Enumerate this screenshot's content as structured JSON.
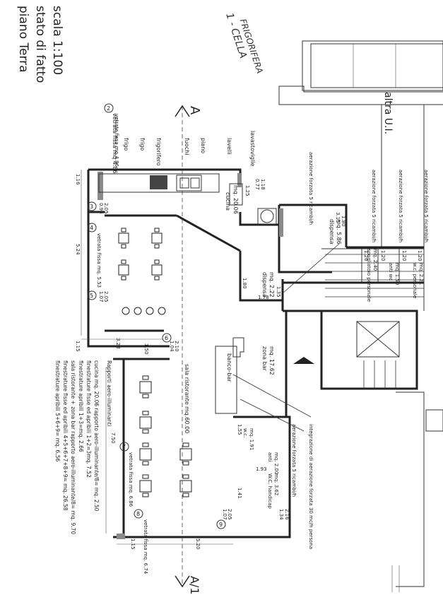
{
  "title": {
    "line1": "piano Terra",
    "line2": "stato di fatto",
    "line3": "scala 1:100"
  },
  "handwritten_note": {
    "line1": "1 - CELLA",
    "line2": "FRIGORIFERA"
  },
  "neighbor_unit": "altra U.I.",
  "section_marker_top": "A",
  "section_marker_bottom": "A/1",
  "kitchen_equipment": [
    "vetrata fissa mq 4.86",
    "frigo",
    "frigo",
    "frigorifero",
    "fuochi",
    "piano",
    "lavelli",
    "lavastoviglie"
  ],
  "rooms": {
    "cucina": {
      "name": "cucina",
      "area": "mq. 20.06"
    },
    "dispensa1": {
      "name": "dispensa",
      "area": "mq. 5.86"
    },
    "dispensa2": {
      "name": "dispensa",
      "area": "mq. 2.22"
    },
    "spogliatoio": {
      "name": "spogliatoio personale",
      "area": "mq. 2.40"
    },
    "antiwc": {
      "name": "anti wc",
      "area": "mq. 1.50"
    },
    "wc_personale": {
      "name": "w.c. personale",
      "area": "mq. 2.21"
    },
    "sala": {
      "name": "sala ristorante",
      "area": "mq.60.00"
    },
    "zona_bar": {
      "name": "zona bar",
      "area": "mq. 17.62"
    },
    "banco": {
      "name": "banco-bar"
    },
    "wc": {
      "name": "w.c.",
      "area": "mq. 1.91"
    },
    "anti": {
      "name": "anti",
      "area": "mq. 2.00"
    },
    "wc_handicap": {
      "name": "W.C. handicap",
      "area": "mq. 3.62"
    }
  },
  "aeration_notes": [
    "aerazione forzata 5 ricambi/h",
    "aerazione forzata 5 ricambi/h",
    "aerazione forzata 5 ricambi/h",
    "aerazione forzata 5 ricambi/h",
    "aerazione forzata 5 ricambi/h",
    "integrazione di aerazione forzata 30 mc/h persona"
  ],
  "windows": [
    {
      "num": "2",
      "label": "vetrata fissa mq.4.86"
    },
    {
      "num": "3",
      "label": ""
    },
    {
      "num": "4",
      "label": "vetrata fissa mq. 5.53"
    },
    {
      "num": "5",
      "label": ""
    },
    {
      "num": "6",
      "label": ""
    },
    {
      "num": "7",
      "label": "vetrata fissa mq. 6.86"
    },
    {
      "num": "8",
      "label": "vetrata fissa mq. 6.74"
    },
    {
      "num": "9",
      "label": ""
    }
  ],
  "dimensions": [
    "1.16",
    "0.77",
    "1.18",
    "0.93",
    "2.05",
    "5.24",
    "1.07",
    "2.05",
    "3.28",
    "1.15",
    "1.50",
    "1.04",
    "2.10",
    "7.50",
    "1.15",
    "5.20",
    "3.15",
    "1.80",
    "1.78",
    "1.35",
    "1.80",
    "1.20",
    "1.20",
    "1.20",
    "1.20",
    "1.55",
    "1.93",
    "1.41",
    "1.07",
    "2.05",
    "2.16",
    "1.34",
    "1.25"
  ],
  "ratios": {
    "heading": "Rapporti aero-illuminanti",
    "lines": [
      "cucina mq. 20.06 rapporto aero-illuminante/8= mq. 2.50",
      "finestrature fisse ed apribili          1+2=3mq. 7.52",
      "finestrature apribili                       1+3=mq. 2.66",
      "sala ristorante + zona bar rapporto aero-illuminante/8= mq. 9.70",
      "finestrature fisse ed apribili            4+5+6+7+8+9= mq. 26.58",
      "finestrature apribili                              5+6+9= mq. 6.56"
    ]
  }
}
